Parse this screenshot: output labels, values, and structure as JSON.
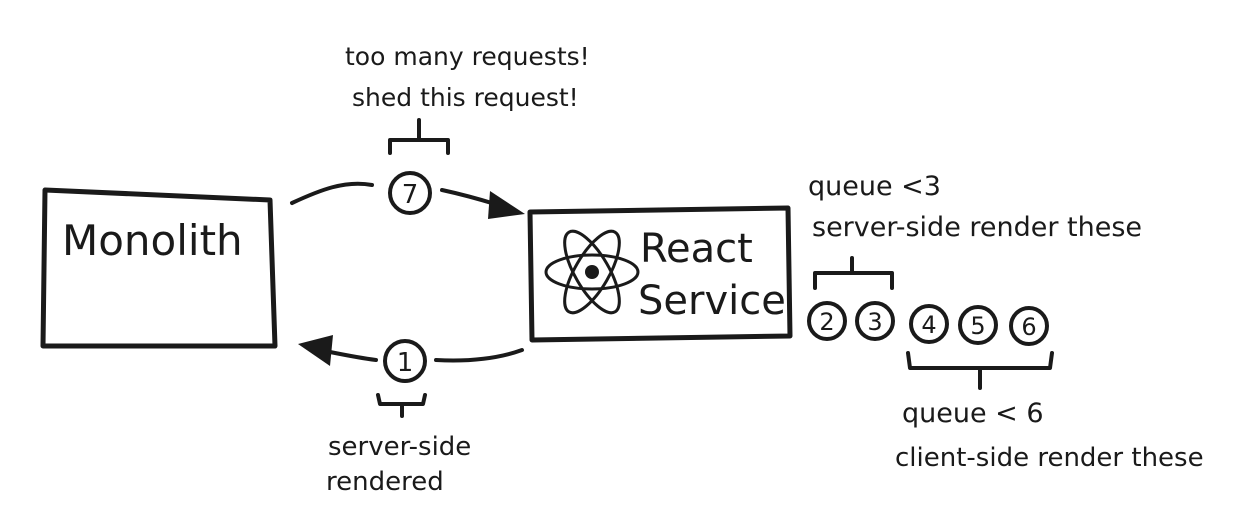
{
  "nodes": {
    "monolith": {
      "label": "Monolith"
    },
    "react_service": {
      "label_line1": "React",
      "label_line2": "Service"
    }
  },
  "requests": {
    "top": "7",
    "bottom": "1",
    "queue": [
      "2",
      "3",
      "4",
      "5",
      "6"
    ]
  },
  "annotations": {
    "shed_line1": "too many requests!",
    "shed_line2": "shed this request!",
    "ssr_queue_line1": "queue <3",
    "ssr_queue_line2": "server-side render these",
    "csr_queue_line1": "queue < 6",
    "csr_queue_line2": "client-side render these",
    "rendered_line1": "server-side",
    "rendered_line2": "rendered"
  },
  "icons": {
    "react": "react-atom-icon"
  },
  "colors": {
    "ink": "#1a1a1a",
    "background": "#ffffff"
  }
}
